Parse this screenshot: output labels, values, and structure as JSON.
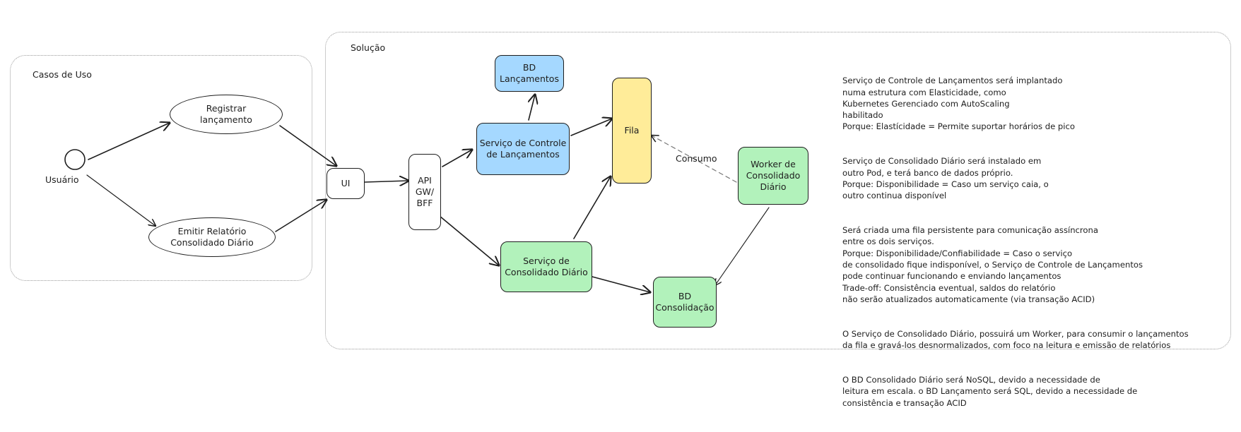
{
  "frames": {
    "use_cases_title": "Casos de Uso",
    "solution_title": "Solução"
  },
  "actor": {
    "label": "Usuário"
  },
  "use_cases": {
    "register": "Registrar\nlançamento",
    "report": "Emitir Relatório\nConsolidado Diário"
  },
  "nodes": {
    "ui": "UI",
    "api": "API\nGW/\nBFF",
    "bd_lancamentos": "BD\nLançamentos",
    "svc_controle": "Serviço de Controle\nde Lançamentos",
    "fila": "Fila",
    "worker": "Worker de\nConsolidado\nDiário",
    "svc_consolidado": "Serviço de\nConsolidado Diário",
    "bd_consolidacao": "BD\nConsolidação"
  },
  "edge_labels": {
    "consumo": "Consumo"
  },
  "notes": [
    "Serviço de Controle de Lançamentos será implantado\nnuma estrutura com Elasticidade, como\nKubernetes Gerenciado com AutoScaling\nhabilitado\nPorque: Elastícidade = Permite suportar horários de pico",
    "Serviço de Consolidado Diário será instalado em\noutro Pod, e terá banco de dados próprio.\nPorque: Disponibilidade = Caso um serviço caia, o\noutro continua disponível",
    "Será criada uma fila persistente para comunicação assíncrona\nentre os dois serviços.\nPorque: Disponibilidade/Confiabilidade = Caso o serviço\nde consolidado fique indisponível, o Serviço de Controle de Lançamentos\npode continuar funcionando e enviando lançamentos\nTrade-off: Consistência eventual, saldos do relatório\nnão serão atualizados automaticamente (via transação ACID)",
    "O Serviço de Consolidado Diário, possuirá um Worker, para consumir o lançamentos\nda fila e gravá-los desnormalizados, com foco na leitura e emissão de relatórios",
    "O BD Consolidado Diário será NoSQL, devido a necessidade de\nleitura em escala. o BD Lançamento será SQL, devido a necessidade de\nconsistência e transação ACID"
  ],
  "colors": {
    "blue": "#a5d8ff",
    "green": "#b2f2bb",
    "yellow": "#ffec99",
    "stroke": "#1e1e1e"
  }
}
